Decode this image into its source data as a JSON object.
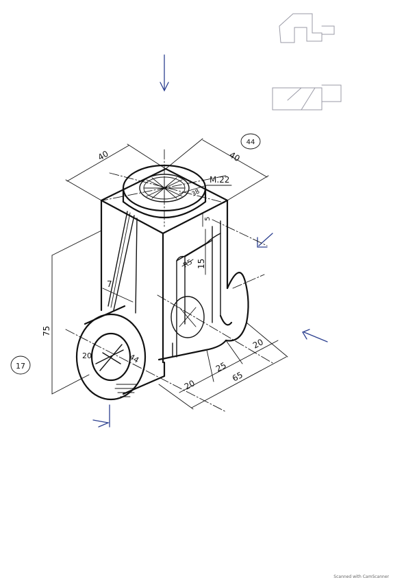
{
  "drawing": {
    "dim_width_left": "40",
    "dim_width_right": "40",
    "dim_height": "75",
    "thread": "M.22",
    "dia_top_boss": "38",
    "slot_top": "5",
    "slot_height": "15",
    "slot_radius": "R5",
    "rib_thickness": "7",
    "bore_dia": "20",
    "eye_dia": "44",
    "dim_base_a": "20",
    "dim_base_b": "25",
    "dim_base_c": "20",
    "dim_base_total": "65"
  },
  "annotations": {
    "circled_top": "44",
    "circled_left": "17"
  },
  "footer": {
    "scanner": "Scanned with CamScanner"
  },
  "colors": {
    "ink": "#111111",
    "pen": "#2b3f8f",
    "pencil": "#9a9aa6"
  }
}
